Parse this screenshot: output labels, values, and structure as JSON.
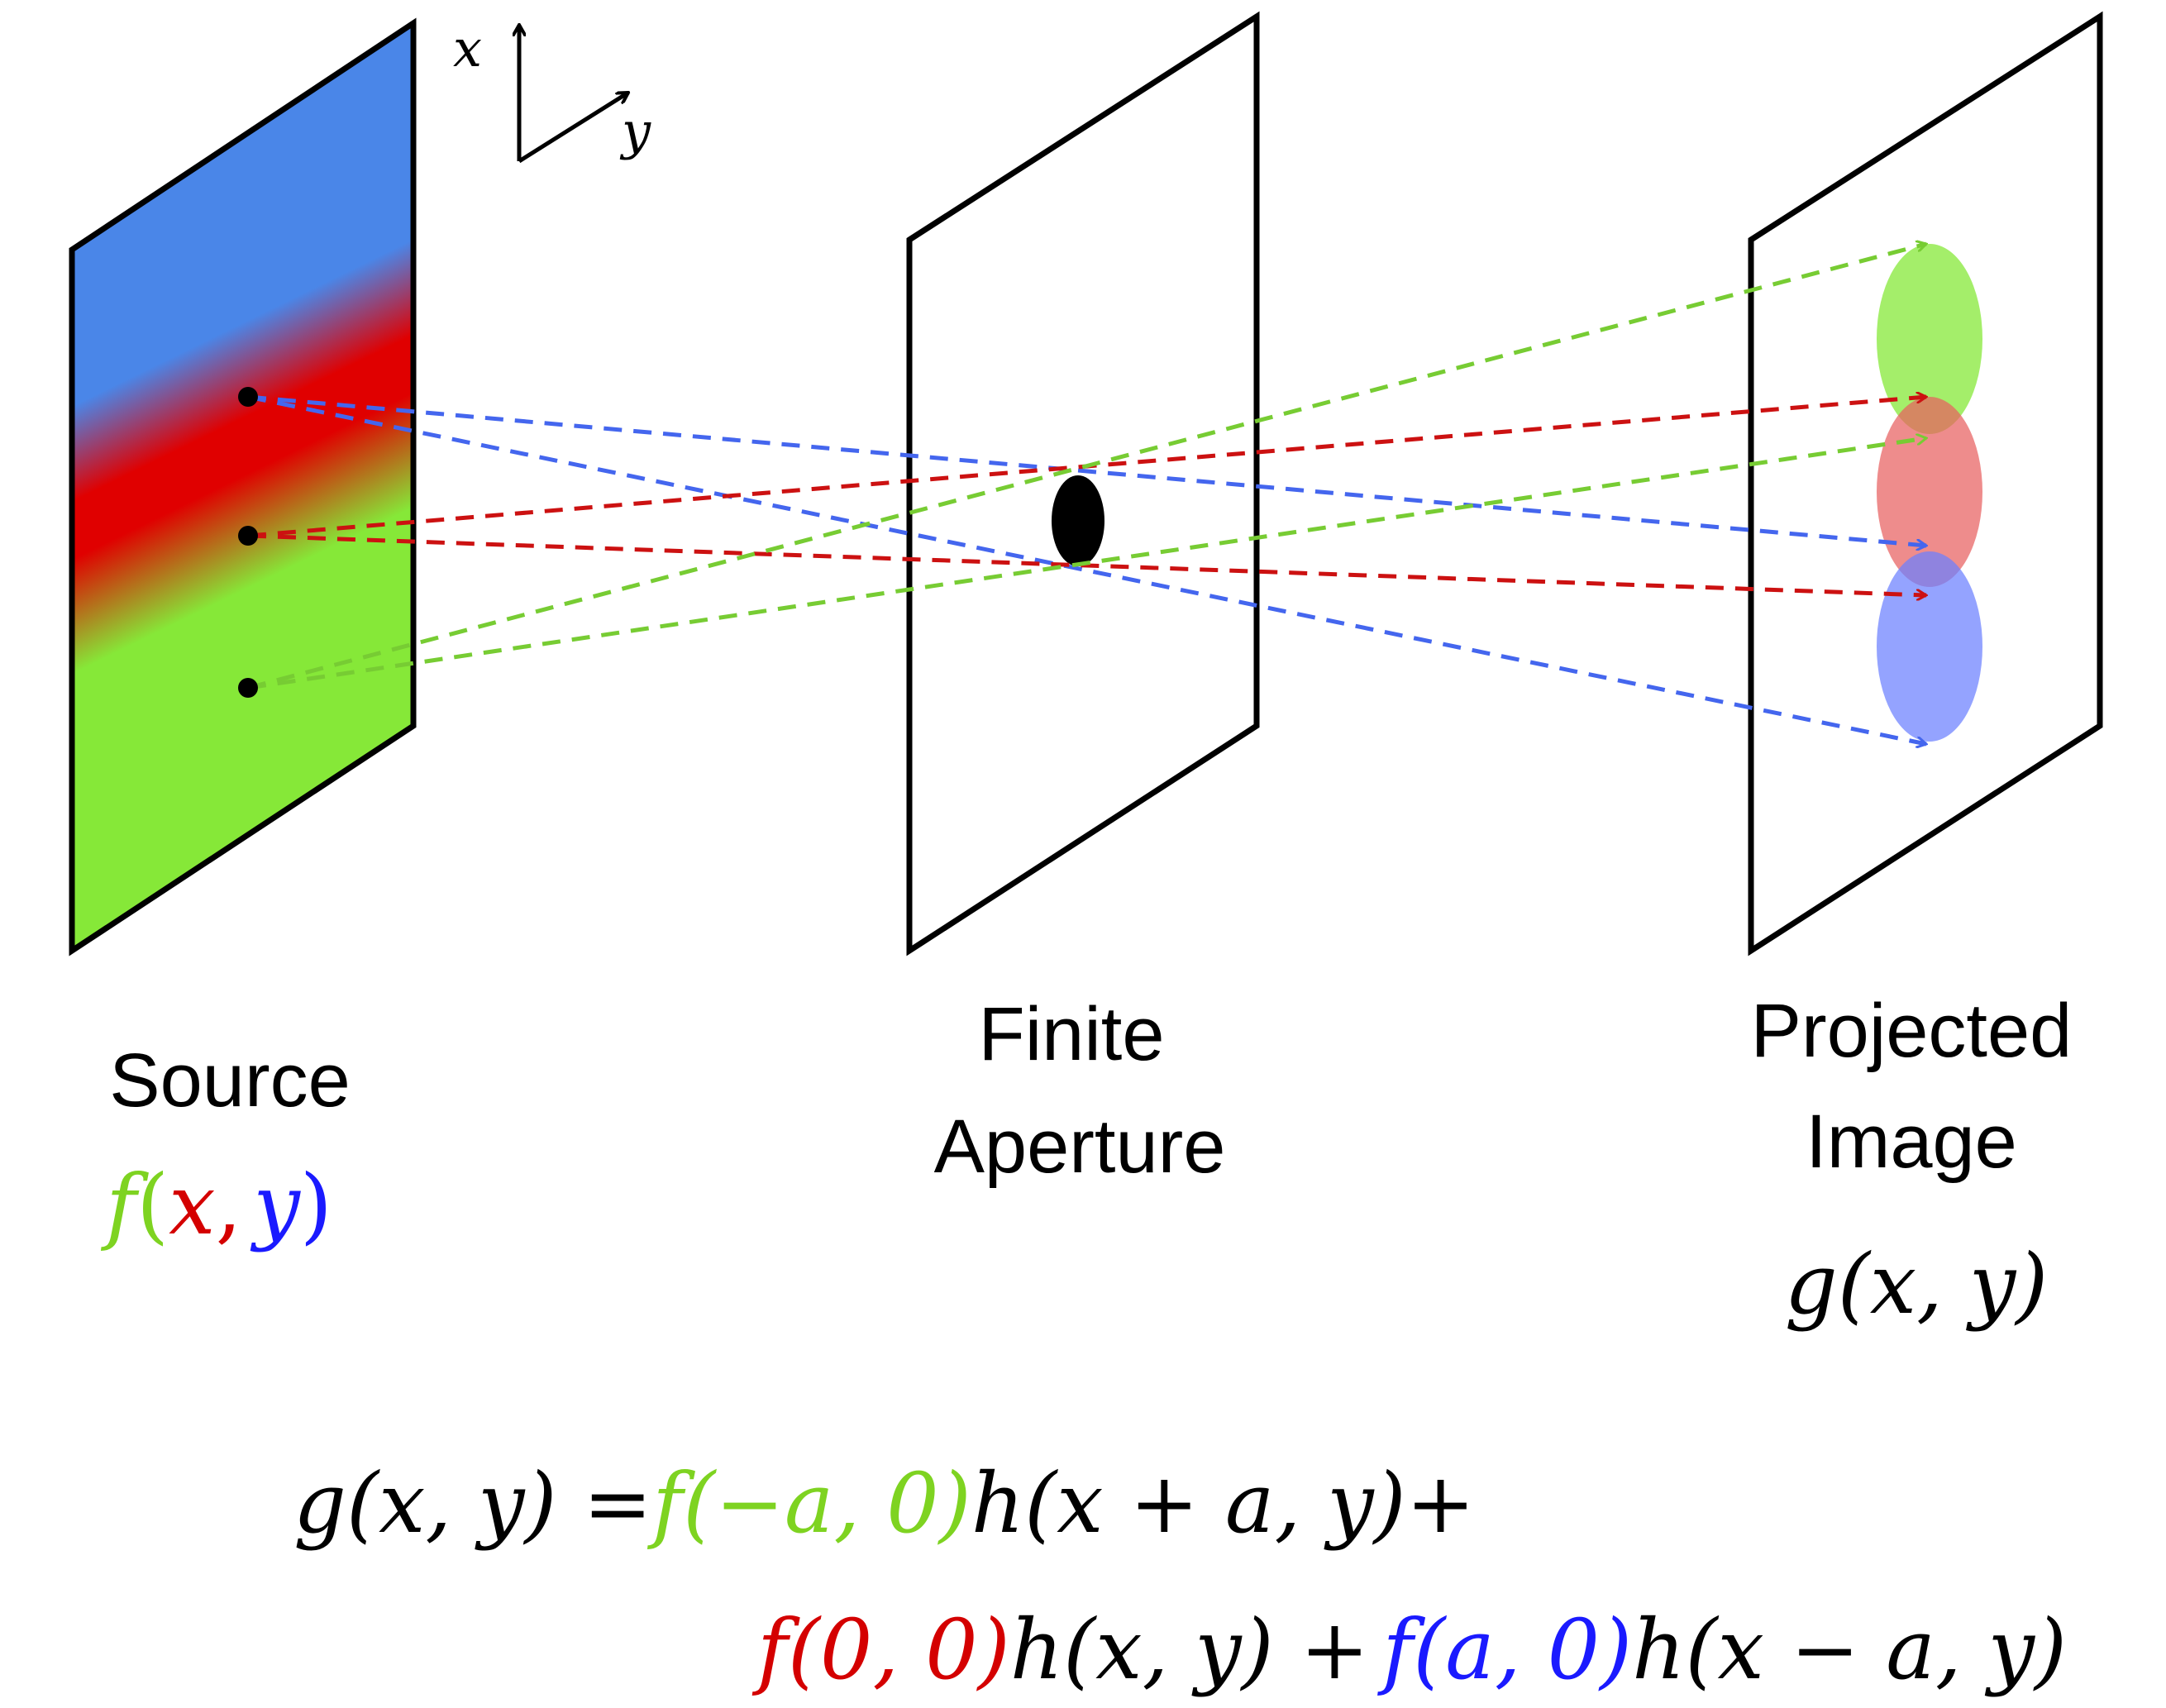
{
  "axes": {
    "x_label": "x",
    "y_label": "y"
  },
  "labels": {
    "source": "Source",
    "aperture_line1": "Finite",
    "aperture_line2": "Aperture",
    "projected_line1": "Projected",
    "projected_line2": "Image"
  },
  "source_function": {
    "f": "f",
    "open": "(",
    "x": "x",
    "comma": ",",
    "y": "y",
    "close": ")"
  },
  "image_function": "g(x, y)",
  "equation": {
    "line1": {
      "lhs": "g(x, y) =",
      "green_term": "f(−a, 0)",
      "rest": "h(x + a, y)+"
    },
    "line2": {
      "red_term": "f(0, 0)",
      "mid": "h(x, y) +",
      "blue_term": "f(a, 0)",
      "rest": "h(x − a, y)"
    }
  },
  "colors": {
    "green": "#7ed321",
    "red": "#d40000",
    "blue": "#1a1aff",
    "ray_blue": "#4466ee",
    "ray_red": "#cc1111",
    "ray_green": "#77cc33",
    "panel_blue": "#4a86e8",
    "panel_green": "#86e838"
  }
}
